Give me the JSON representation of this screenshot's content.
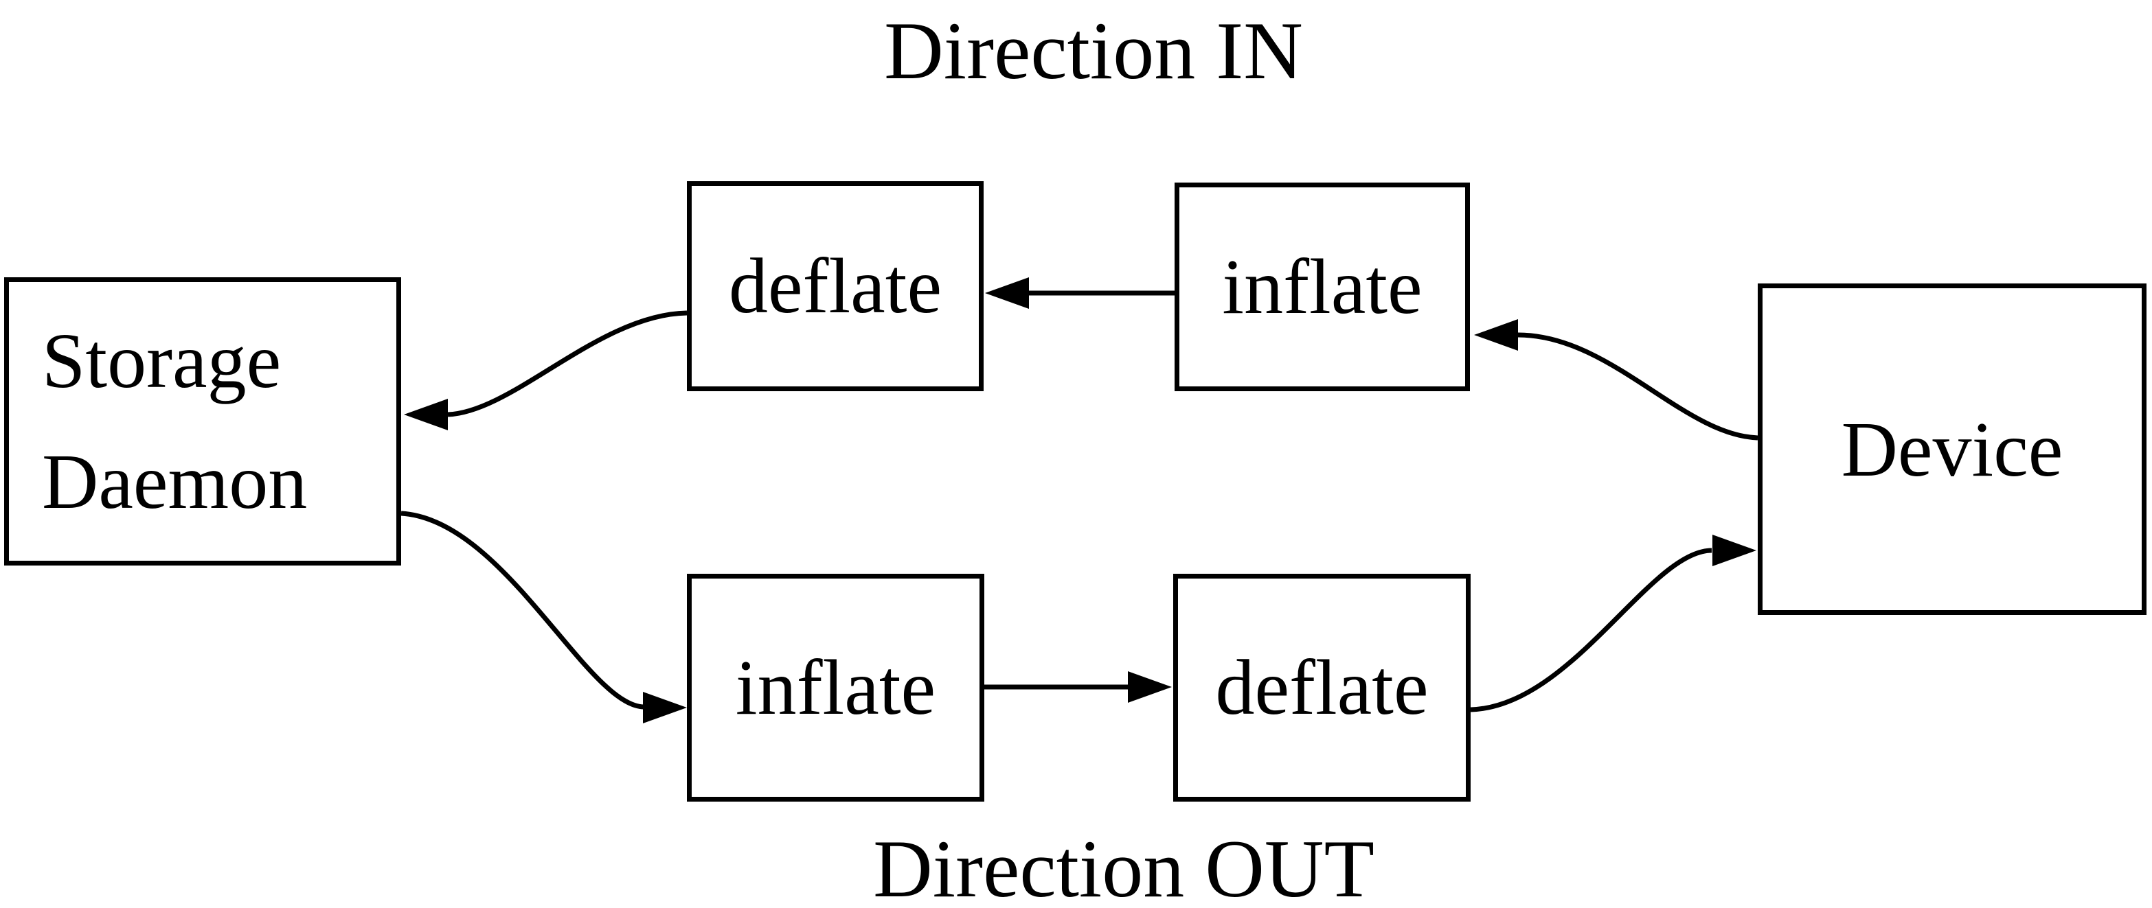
{
  "diagram": {
    "titles": {
      "in": "Direction IN",
      "out": "Direction OUT"
    },
    "nodes": {
      "storage_daemon": {
        "label_line1": "Storage",
        "label_line2": "Daemon"
      },
      "deflate_in": {
        "label": "deflate"
      },
      "inflate_in": {
        "label": "inflate"
      },
      "inflate_out": {
        "label": "inflate"
      },
      "deflate_out": {
        "label": "deflate"
      },
      "device": {
        "label": "Device"
      }
    },
    "edges": [
      {
        "id": "device-to-inflate-in",
        "from": "device",
        "to": "inflate_in",
        "group": "Direction IN"
      },
      {
        "id": "inflate-in-to-deflate-in",
        "from": "inflate_in",
        "to": "deflate_in",
        "group": "Direction IN"
      },
      {
        "id": "deflate-in-to-storage",
        "from": "deflate_in",
        "to": "storage_daemon",
        "group": "Direction IN"
      },
      {
        "id": "storage-to-inflate-out",
        "from": "storage_daemon",
        "to": "inflate_out",
        "group": "Direction OUT"
      },
      {
        "id": "inflate-out-to-deflate-out",
        "from": "inflate_out",
        "to": "deflate_out",
        "group": "Direction OUT"
      },
      {
        "id": "deflate-out-to-device",
        "from": "deflate_out",
        "to": "device",
        "group": "Direction OUT"
      }
    ],
    "colors": {
      "foreground": "#000000",
      "background": "#ffffff"
    }
  }
}
